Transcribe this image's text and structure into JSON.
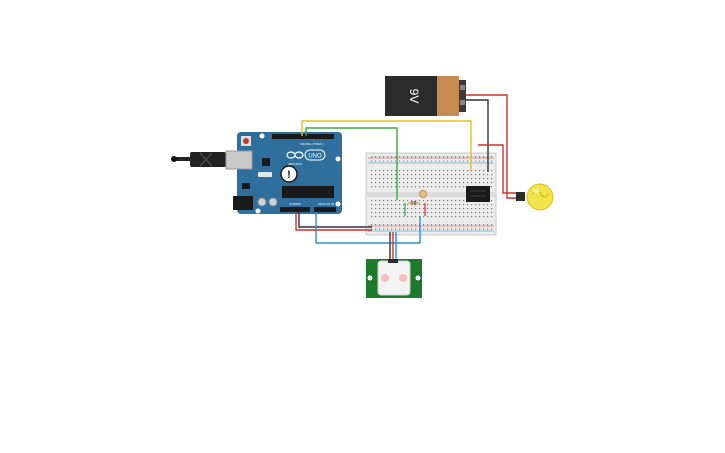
{
  "circuit": {
    "battery": {
      "label": "9V"
    },
    "arduino": {
      "board_name": "UNO",
      "brand_text": "ARDUINO",
      "digital_header_label": "DIGITAL (PWM~)",
      "power_header_label": "POWER",
      "analog_header_label": "ANALOG IN",
      "warning_symbol": "!"
    },
    "colors": {
      "wire_yellow": "#e8c21a",
      "wire_green": "#3aa843",
      "wire_red": "#d0302a",
      "wire_black": "#333333",
      "wire_blue": "#2a8fd0",
      "arduino_blue": "#2e6f9e",
      "pir_green": "#1d7a2a",
      "bulb_yellow": "#f3e34a",
      "battery_copper": "#c98a4f"
    }
  }
}
